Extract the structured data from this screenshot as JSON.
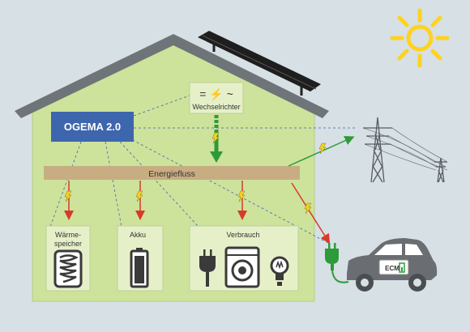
{
  "colors": {
    "background": "#d6e0e5",
    "house_wall": "#cde29b",
    "roof": "#6f7478",
    "panel_box": "#e6f0c8",
    "ogema_box": "#3e66ad",
    "energy_bar": "#c8ad82",
    "arrow_green": "#2f9a3a",
    "arrow_red": "#d83a2a",
    "bolt_yellow": "#f5d21e",
    "sun_yellow": "#ffd21f",
    "car_gray": "#6a6e73",
    "dashed_line": "#3e66ad"
  },
  "inverter": {
    "symbol": "= ⚡ ~",
    "label": "Wechselrichter"
  },
  "controller": {
    "label": "OGEMA 2.0"
  },
  "energy_flow": {
    "label": "Energiefluss"
  },
  "boxes": {
    "heat_storage": {
      "label_line1": "Wärme-",
      "label_line2": "speicher"
    },
    "battery": {
      "label": "Akku"
    },
    "consumption": {
      "label": "Verbrauch"
    }
  },
  "car": {
    "badge": "ECM"
  },
  "icons": [
    "sun-icon",
    "solar-panel-icon",
    "power-pylon-icon",
    "bolt-icon",
    "heating-coil-icon",
    "battery-icon",
    "plug-icon",
    "washing-machine-icon",
    "light-bulb-icon",
    "car-icon",
    "charging-plug-icon"
  ]
}
